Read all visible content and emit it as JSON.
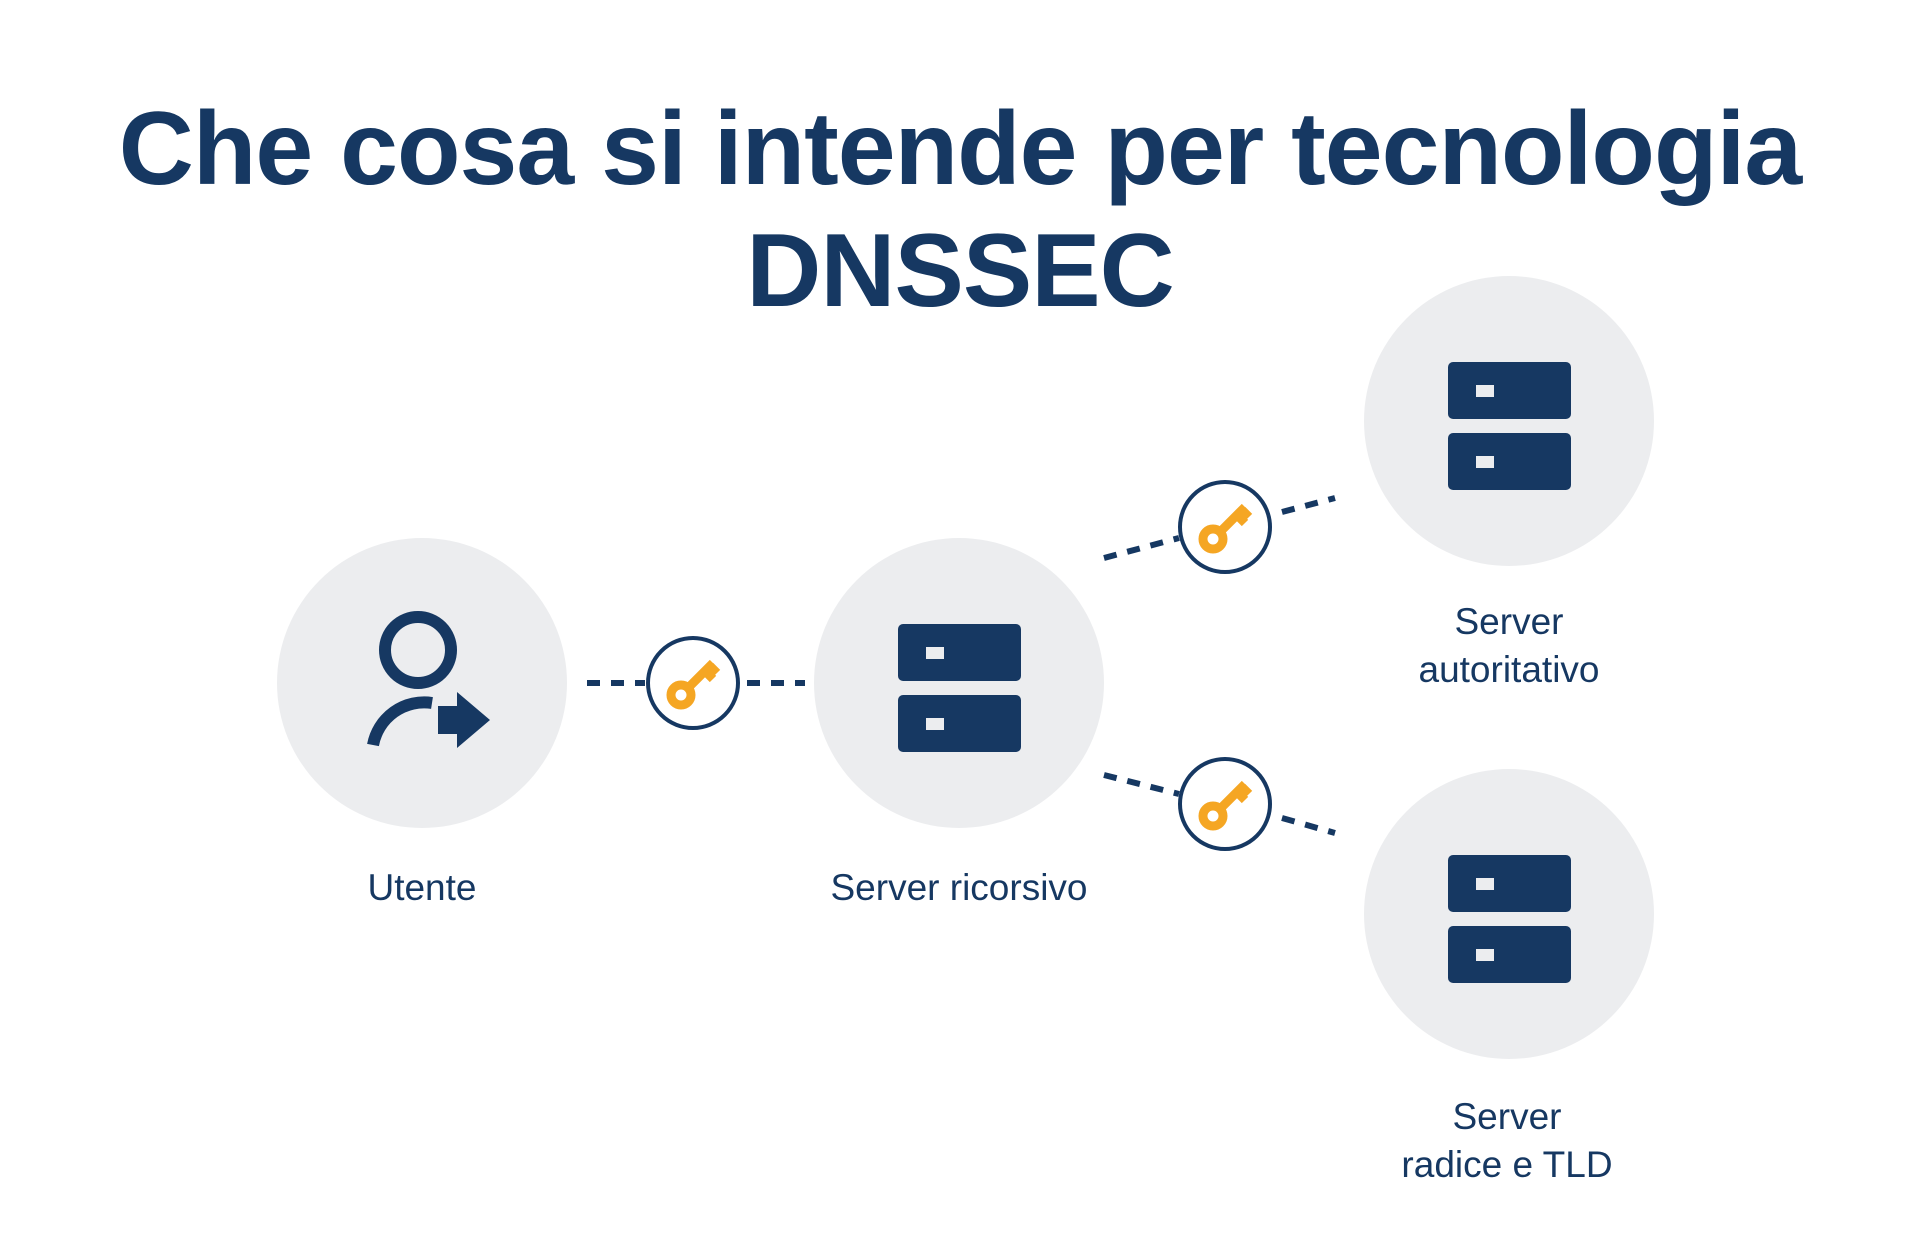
{
  "title": {
    "line1": "Che cosa si intende per tecnologia",
    "line2": "DNSSEC"
  },
  "nodes": {
    "user": {
      "label": "Utente",
      "icon": "user-arrow-icon"
    },
    "recursive": {
      "label": "Server ricorsivo",
      "icon": "server-icon"
    },
    "authoritative": {
      "line1": "Server",
      "line2": "autoritativo",
      "icon": "server-icon"
    },
    "root": {
      "line1": "Server",
      "line2": "radice e TLD",
      "icon": "server-icon"
    }
  },
  "link_icon": "key-icon",
  "colors": {
    "navy": "#163862",
    "orange": "#F5A623",
    "circle": "#ECEDEF"
  }
}
